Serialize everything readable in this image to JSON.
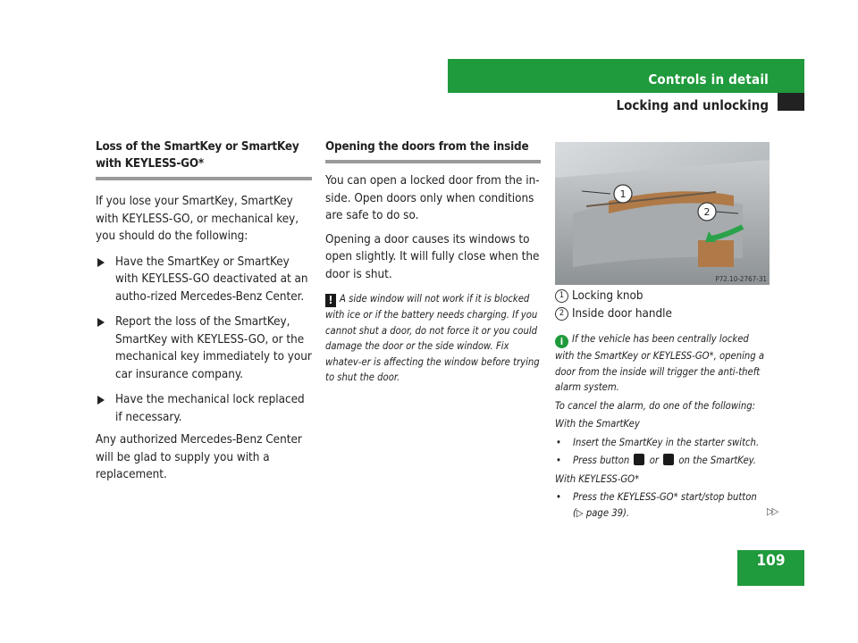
{
  "header": {
    "chapter": "Controls in detail",
    "section": "Locking and unlocking",
    "accent_color": "#1f9a3c"
  },
  "col1": {
    "heading": "Loss of the SmartKey or SmartKey with KEYLESS-GO*",
    "intro": "If you lose your SmartKey, SmartKey with KEYLESS-GO, or mechanical key, you should do the following:",
    "bullets": [
      "Have the SmartKey or SmartKey with KEYLESS-GO deactivated at an autho-rized Mercedes-Benz Center.",
      "Report the loss of the SmartKey, SmartKey with KEYLESS-GO, or the mechanical key immediately to your car insurance company.",
      "Have the mechanical lock replaced if necessary."
    ],
    "closing": "Any authorized Mercedes-Benz Center will be glad to supply you with a replacement."
  },
  "col2": {
    "heading": "Opening the doors from the inside",
    "para1": "You can open a locked door from the in-side. Open doors only when conditions are safe to do so.",
    "para2": "Opening a door causes its windows to open slightly. It will fully close when the door is shut.",
    "warning_symbol": "!",
    "warning": "A side window will not work if it is blocked with ice or if the battery needs charging. If you cannot shut a door, do not force it or you could damage the door or the side window. Fix whatev-er is affecting the window before trying to shut the door."
  },
  "figure": {
    "caption": "P72.10-2767-31",
    "legend": [
      {
        "num": "1",
        "label": "Locking knob"
      },
      {
        "num": "2",
        "label": "Inside door handle"
      }
    ]
  },
  "col3": {
    "info_symbol": "i",
    "info": "If the vehicle has been centrally locked with the SmartKey or KEYLESS-GO*, opening a door from the inside will trigger the anti-theft alarm system.",
    "cancel": "To cancel the alarm, do one of the following:",
    "with_smartkey": "With the SmartKey",
    "sk_item1": "Insert the SmartKey in the starter switch.",
    "sk_item2_a": "Press button",
    "sk_item2_or": "or",
    "sk_item2_b": "on the SmartKey.",
    "with_kg": "With KEYLESS-GO*",
    "kg_item1": "Press the KEYLESS-GO* start/stop button (▷ page 39)."
  },
  "continue_mark": "▷▷",
  "page_number": "109"
}
